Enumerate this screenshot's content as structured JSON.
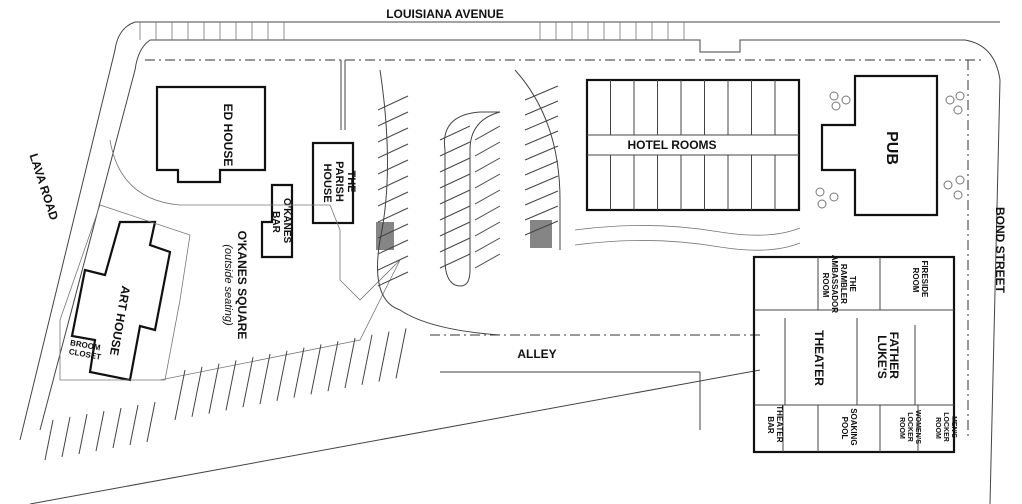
{
  "streets": {
    "north": "LOUISIANA AVENUE",
    "west": "LAVA ROAD",
    "east": "BOND STREET",
    "south": "ALLEY"
  },
  "buildings": {
    "ed_house": "ED HOUSE",
    "parish_house": [
      "THE",
      "PARISH",
      "HOUSE"
    ],
    "okanes_bar": [
      "O'KANES",
      "BAR"
    ],
    "okanes_square": "O'KANES SQUARE",
    "okanes_square_note": "(outside seating)",
    "art_house": "ART HOUSE",
    "broom_closet": [
      "BROOM",
      "CLOSET"
    ],
    "hotel_rooms": "HOTEL ROOMS",
    "pub": "PUB",
    "rambler_room": [
      "THE",
      "RAMBLER",
      "AMBASSADOR",
      "ROOM"
    ],
    "fireside_room": [
      "FIRESIDE",
      "ROOM"
    ],
    "theater": "THEATER",
    "father_lukes": [
      "FATHER",
      "LUKE'S"
    ],
    "theater_bar": [
      "THEATER",
      "BAR"
    ],
    "soaking_pool": [
      "SOAKING",
      "POOL"
    ],
    "womens_locker": [
      "WOMEN'S",
      "LOCKER",
      "ROOM"
    ],
    "mens_locker": [
      "MEN'S",
      "LOCKER",
      "ROOM"
    ]
  }
}
